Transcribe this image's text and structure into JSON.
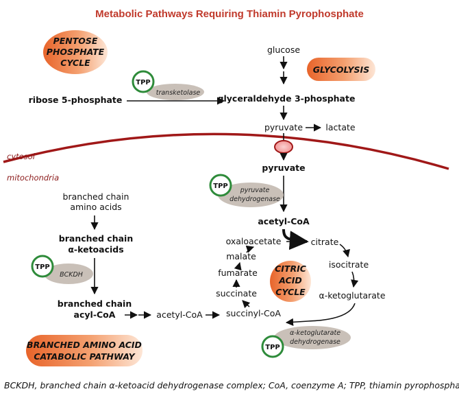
{
  "title": "Metabolic Pathways Requiring Thiamin Pyrophosphate",
  "compartments": {
    "cytosol": "cytosol",
    "mitochondria": "mitochondria"
  },
  "pathways": {
    "pentose": [
      "PENTOSE",
      "PHOSPHATE",
      "CYCLE"
    ],
    "glycolysis": "GLYCOLYSIS",
    "citric": [
      "CITRIC",
      "ACID",
      "CYCLE"
    ],
    "branched": [
      "BRANCHED AMINO ACID",
      "CATABOLIC PATHWAY"
    ]
  },
  "tpp_label": "TPP",
  "enzymes": {
    "transketolase": [
      "transketolase"
    ],
    "pdh": [
      "pyruvate",
      "dehydrogenase"
    ],
    "bckdh": [
      "BCKDH"
    ],
    "akgdh": [
      "α-ketoglutarate",
      "dehydrogenase"
    ]
  },
  "metabolites": {
    "ribose5p": "ribose 5-phosphate",
    "glucose": "glucose",
    "g3p": "glyceraldehyde 3-phosphate",
    "pyruvate_cyto": "pyruvate",
    "lactate": "lactate",
    "pyruvate_mito": "pyruvate",
    "acetylcoa_main": "acetyl-CoA",
    "oxaloacetate": "oxaloacetate",
    "citrate": "citrate",
    "isocitrate": "isocitrate",
    "akg": "α-ketoglutarate",
    "succinylcoa": "succinyl-CoA",
    "succinate": "succinate",
    "fumarate": "fumarate",
    "malate": "malate",
    "bcaa": [
      "branched chain",
      "amino acids"
    ],
    "bcka": [
      "branched chain",
      "α-ketoacids"
    ],
    "bcacyl": [
      "branched chain",
      "acyl-CoA"
    ],
    "acetylcoa_side": "acetyl-CoA"
  },
  "caption": "BCKDH, branched chain α-ketoacid dehydrogenase complex; CoA, coenzyme A; TPP, thiamin pyrophosphate.",
  "colors": {
    "title": "#c0392b",
    "membrane": "#a01818",
    "tpp_ring": "#2e8b3a",
    "enzyme_fill": "#c9c0b8",
    "pathway_dark": "#e8642a",
    "pathway_light": "#fbe0cc",
    "channel": "#f4b6b6"
  }
}
